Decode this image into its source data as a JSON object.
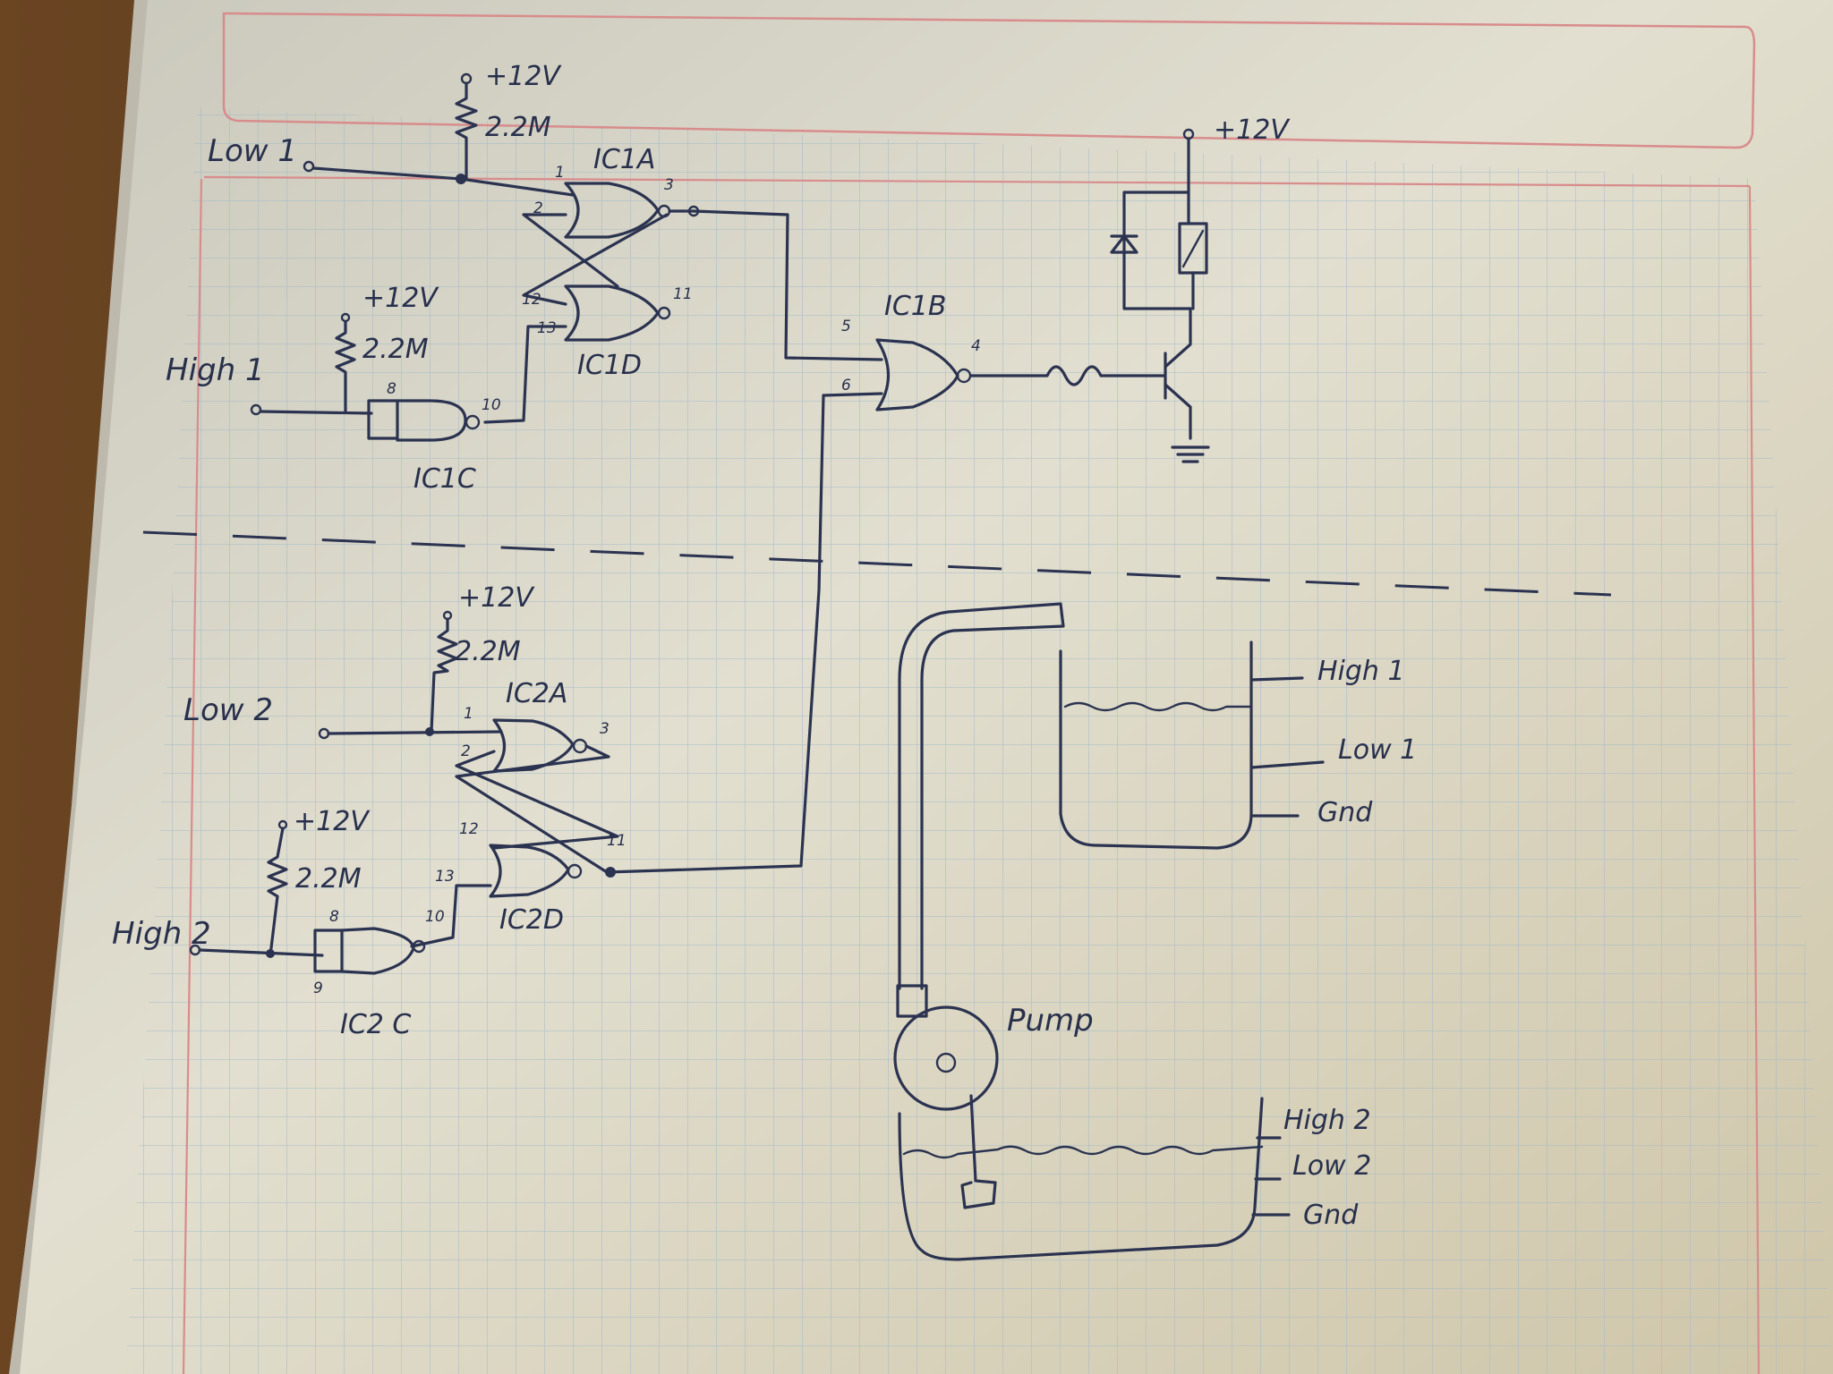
{
  "top_circuit": {
    "vcc_top": "+12V",
    "r_top": "2.2M",
    "in_low": "Low 1",
    "in_high": "High 1",
    "gate_a": "IC1A",
    "gate_b": "IC1B",
    "gate_c": "IC1C",
    "gate_d": "IC1D",
    "vcc_high": "+12V",
    "r_high": "2.2M",
    "vcc_relay": "+12V"
  },
  "bottom_circuit": {
    "vcc_top": "+12V",
    "r_top": "2.2M",
    "in_low": "Low 2",
    "in_high": "High 2",
    "gate_a": "IC2A",
    "gate_c": "IC2 C",
    "gate_d": "IC2D",
    "vcc_high": "+12V",
    "r_high": "2.2M"
  },
  "pins": {
    "p1": "1",
    "p2": "2",
    "p3": "3",
    "p4": "4",
    "p5": "5",
    "p6": "6",
    "p8": "8",
    "p9": "9",
    "p10": "10",
    "p11": "11",
    "p12": "12",
    "p13": "13"
  },
  "tank_top": {
    "high": "High 1",
    "low": "Low 1",
    "gnd": "Gnd"
  },
  "tank_bottom": {
    "high": "High 2",
    "low": "Low 2",
    "gnd": "Gnd"
  },
  "pump_label": "Pump"
}
